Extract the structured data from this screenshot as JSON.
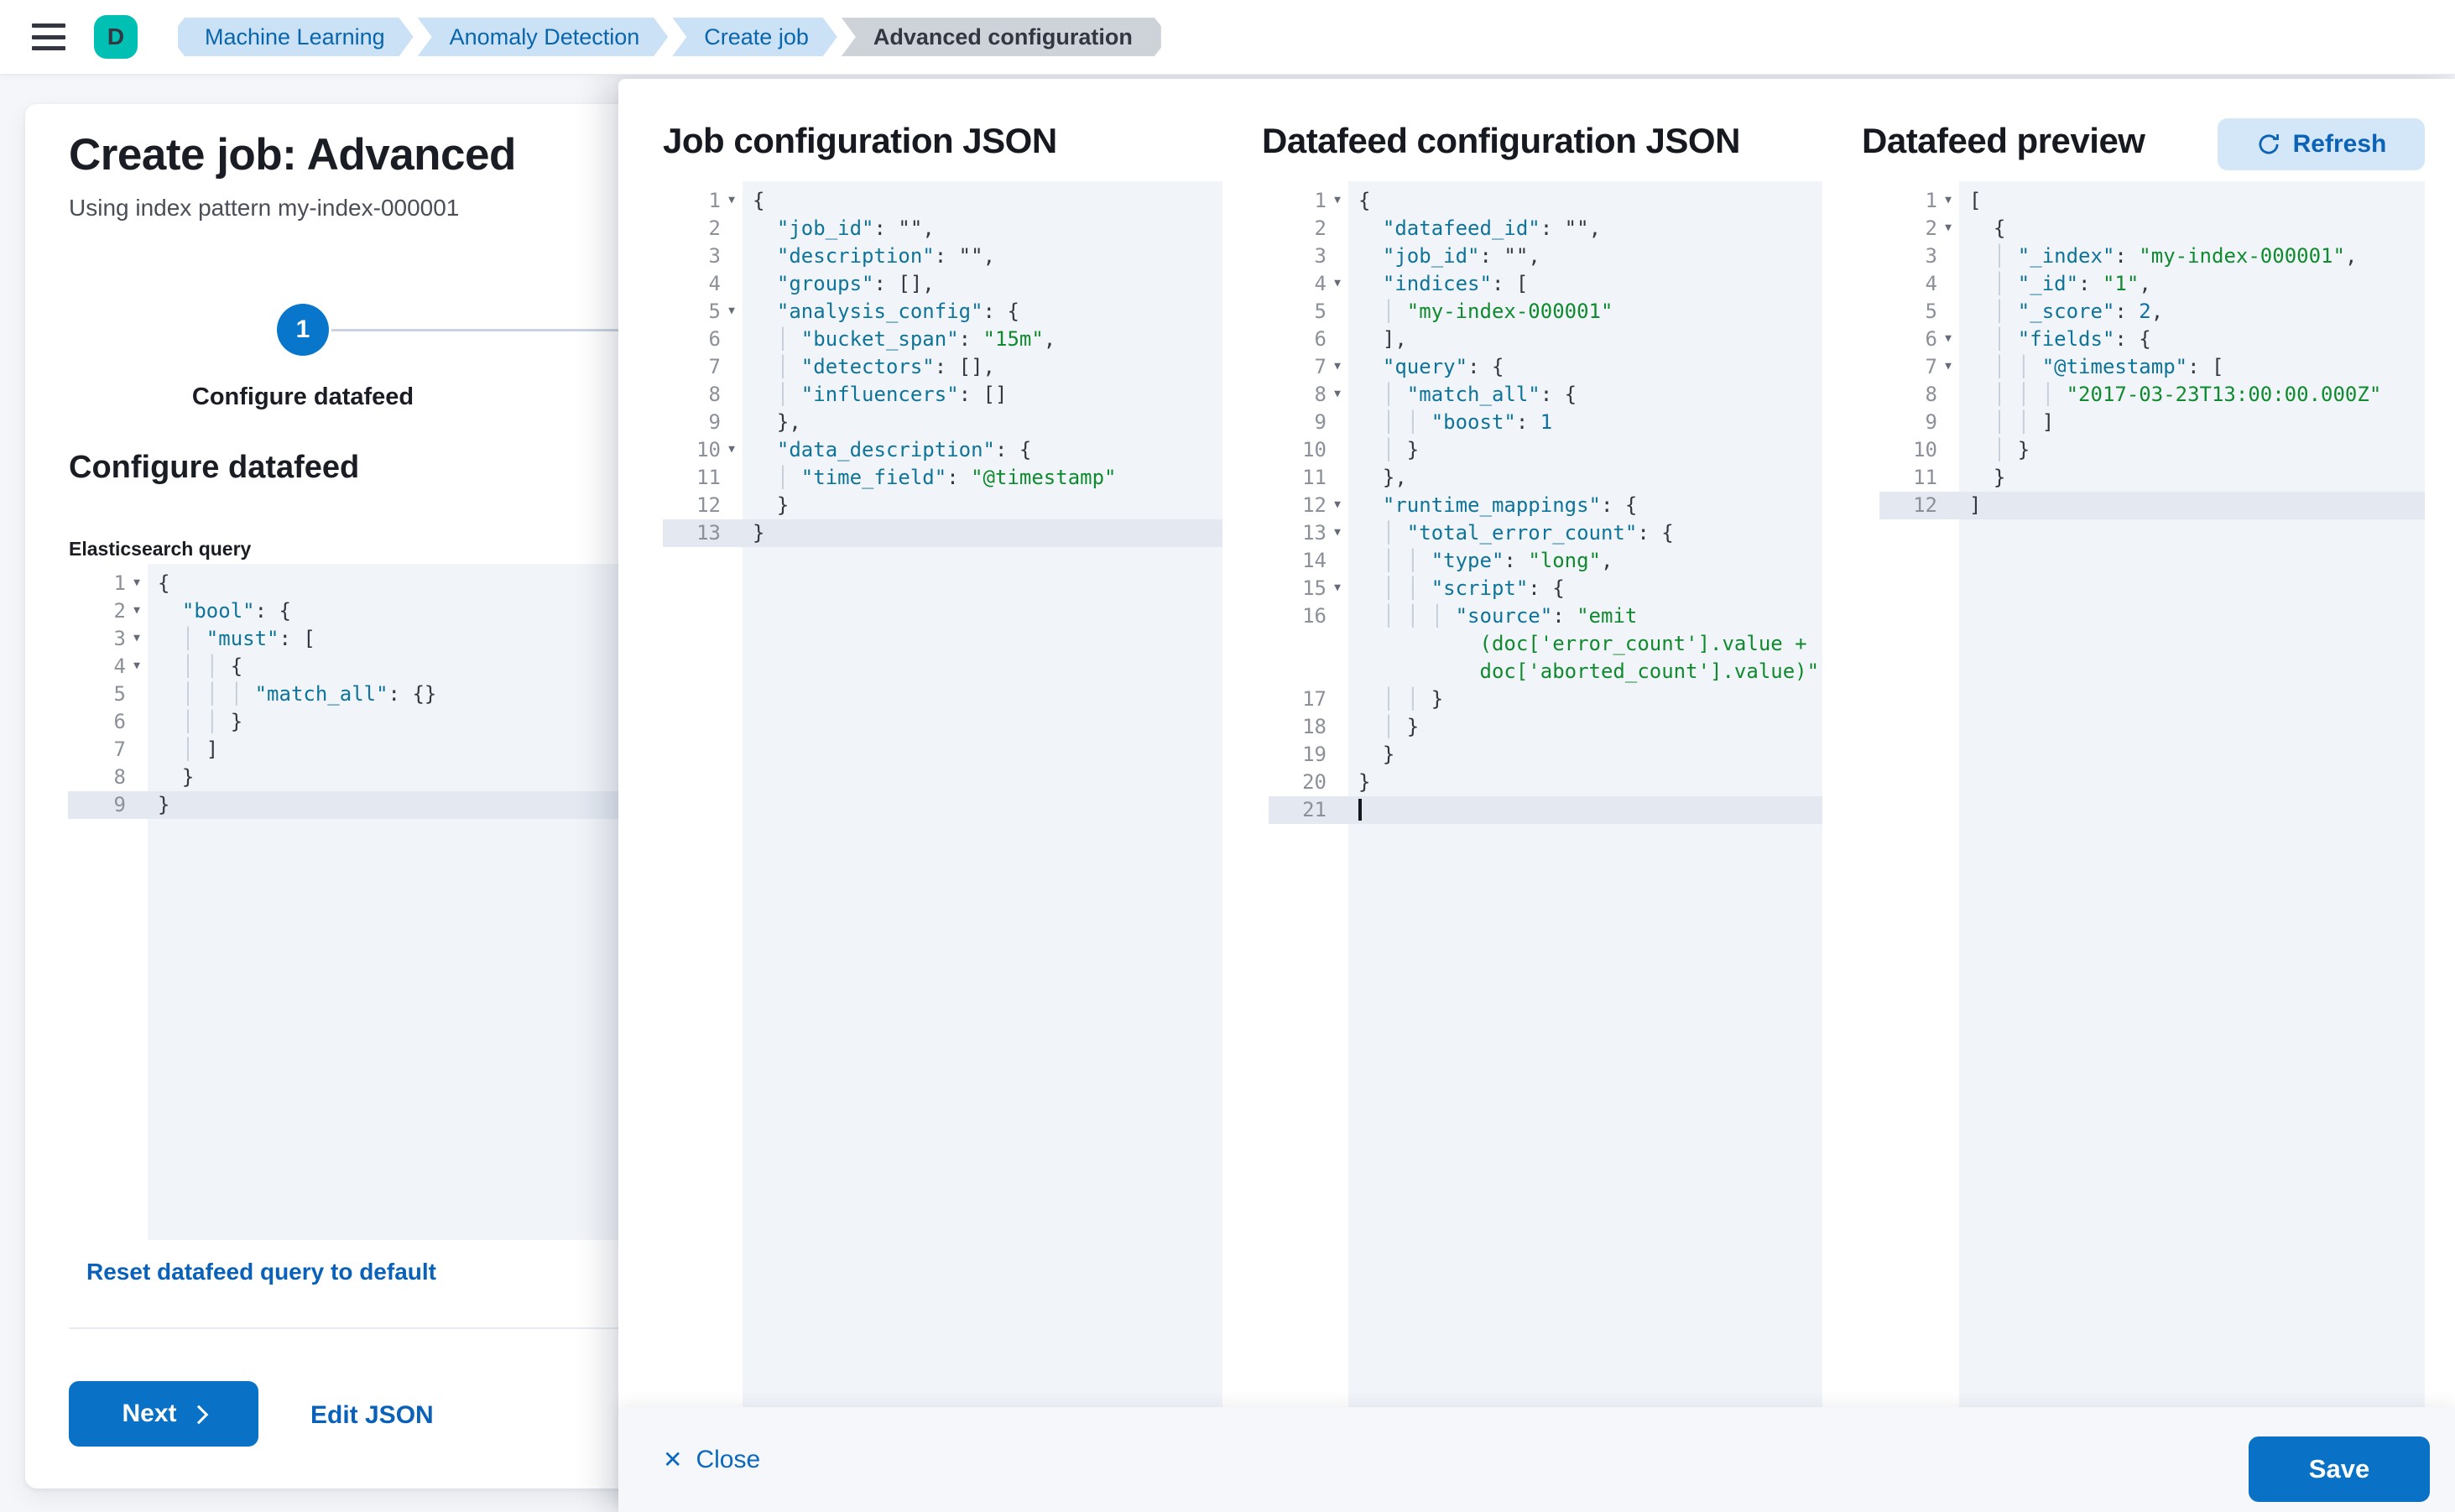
{
  "header": {
    "avatar_initial": "D",
    "breadcrumbs": [
      {
        "label": "Machine Learning"
      },
      {
        "label": "Anomaly Detection"
      },
      {
        "label": "Create job"
      },
      {
        "label": "Advanced configuration"
      }
    ]
  },
  "wizard": {
    "title": "Create job: Advanced",
    "subtitle": "Using index pattern my-index-000001",
    "step_number": "1",
    "step_label": "Configure datafeed",
    "section_heading": "Configure datafeed",
    "query_label": "Elasticsearch query",
    "reset_link": "Reset datafeed query to default",
    "next_button": "Next",
    "edit_json_link": "Edit JSON"
  },
  "flyout": {
    "columns": [
      {
        "title": "Job configuration JSON"
      },
      {
        "title": "Datafeed configuration JSON"
      },
      {
        "title": "Datafeed preview"
      }
    ],
    "refresh_button": "Refresh",
    "close_button": "Close",
    "save_button": "Save"
  },
  "colors": {
    "accent_blue": "#0A72C6",
    "link_blue": "#0961B9",
    "avatar_teal": "#00BFB3",
    "breadcrumb_blue_bg": "#CBE2F6",
    "breadcrumb_gray_bg": "#CED3DA",
    "editor_code_bg": "#F1F4F9",
    "editor_active_line": "#E3E8F1",
    "syntax_key": "#0F7499",
    "syntax_string": "#108A2E",
    "syntax_number": "#0D70A9",
    "syntax_punct": "#33373F"
  },
  "editors": {
    "es_query": {
      "rows": [
        {
          "n": 1,
          "fold": true,
          "t": "{"
        },
        {
          "n": 2,
          "fold": true,
          "t": "  \"bool\": {"
        },
        {
          "n": 3,
          "fold": true,
          "t": "    \"must\": ["
        },
        {
          "n": 4,
          "fold": true,
          "t": "      {"
        },
        {
          "n": 5,
          "t": "        \"match_all\": {}"
        },
        {
          "n": 6,
          "t": "      }"
        },
        {
          "n": 7,
          "t": "    ]"
        },
        {
          "n": 8,
          "t": "  }"
        },
        {
          "n": 9,
          "t": "}",
          "active": true
        }
      ]
    },
    "job_config": {
      "rows": [
        {
          "n": 1,
          "fold": true,
          "t": "{"
        },
        {
          "n": 2,
          "t": "  \"job_id\": \"\","
        },
        {
          "n": 3,
          "t": "  \"description\": \"\","
        },
        {
          "n": 4,
          "t": "  \"groups\": [],"
        },
        {
          "n": 5,
          "fold": true,
          "t": "  \"analysis_config\": {"
        },
        {
          "n": 6,
          "t": "    \"bucket_span\": \"15m\","
        },
        {
          "n": 7,
          "t": "    \"detectors\": [],"
        },
        {
          "n": 8,
          "t": "    \"influencers\": []"
        },
        {
          "n": 9,
          "t": "  },"
        },
        {
          "n": 10,
          "fold": true,
          "t": "  \"data_description\": {"
        },
        {
          "n": 11,
          "t": "    \"time_field\": \"@timestamp\""
        },
        {
          "n": 12,
          "t": "  }"
        },
        {
          "n": 13,
          "t": "}",
          "active": true
        }
      ]
    },
    "datafeed_config": {
      "rows": [
        {
          "n": 1,
          "fold": true,
          "t": "{"
        },
        {
          "n": 2,
          "t": "  \"datafeed_id\": \"\","
        },
        {
          "n": 3,
          "t": "  \"job_id\": \"\","
        },
        {
          "n": 4,
          "fold": true,
          "t": "  \"indices\": ["
        },
        {
          "n": 5,
          "t": "    \"my-index-000001\""
        },
        {
          "n": 6,
          "t": "  ],"
        },
        {
          "n": 7,
          "fold": true,
          "t": "  \"query\": {"
        },
        {
          "n": 8,
          "fold": true,
          "t": "    \"match_all\": {"
        },
        {
          "n": 9,
          "t": "      \"boost\": 1"
        },
        {
          "n": 10,
          "t": "    }"
        },
        {
          "n": 11,
          "t": "  },"
        },
        {
          "n": 12,
          "fold": true,
          "t": "  \"runtime_mappings\": {"
        },
        {
          "n": 13,
          "fold": true,
          "t": "    \"total_error_count\": {"
        },
        {
          "n": 14,
          "t": "      \"type\": \"long\","
        },
        {
          "n": 15,
          "fold": true,
          "t": "      \"script\": {"
        },
        {
          "n": 16,
          "t": "        \"source\": \"emit",
          "cont": [
            "          (doc['error_count'].value +",
            "          doc['aborted_count'].value)\""
          ]
        },
        {
          "n": 17,
          "t": "      }"
        },
        {
          "n": 18,
          "t": "    }"
        },
        {
          "n": 19,
          "t": "  }"
        },
        {
          "n": 20,
          "t": "}"
        },
        {
          "n": 21,
          "t": "",
          "active": true,
          "caret": true
        }
      ]
    },
    "datafeed_preview": {
      "rows": [
        {
          "n": 1,
          "fold": true,
          "t": "["
        },
        {
          "n": 2,
          "fold": true,
          "t": "  {"
        },
        {
          "n": 3,
          "t": "    \"_index\": \"my-index-000001\","
        },
        {
          "n": 4,
          "t": "    \"_id\": \"1\","
        },
        {
          "n": 5,
          "t": "    \"_score\": 2,"
        },
        {
          "n": 6,
          "fold": true,
          "t": "    \"fields\": {"
        },
        {
          "n": 7,
          "fold": true,
          "t": "      \"@timestamp\": ["
        },
        {
          "n": 8,
          "t": "        \"2017-03-23T13:00:00.000Z\""
        },
        {
          "n": 9,
          "t": "      ]"
        },
        {
          "n": 10,
          "t": "    }"
        },
        {
          "n": 11,
          "t": "  }"
        },
        {
          "n": 12,
          "t": "]",
          "active": true
        }
      ]
    }
  }
}
